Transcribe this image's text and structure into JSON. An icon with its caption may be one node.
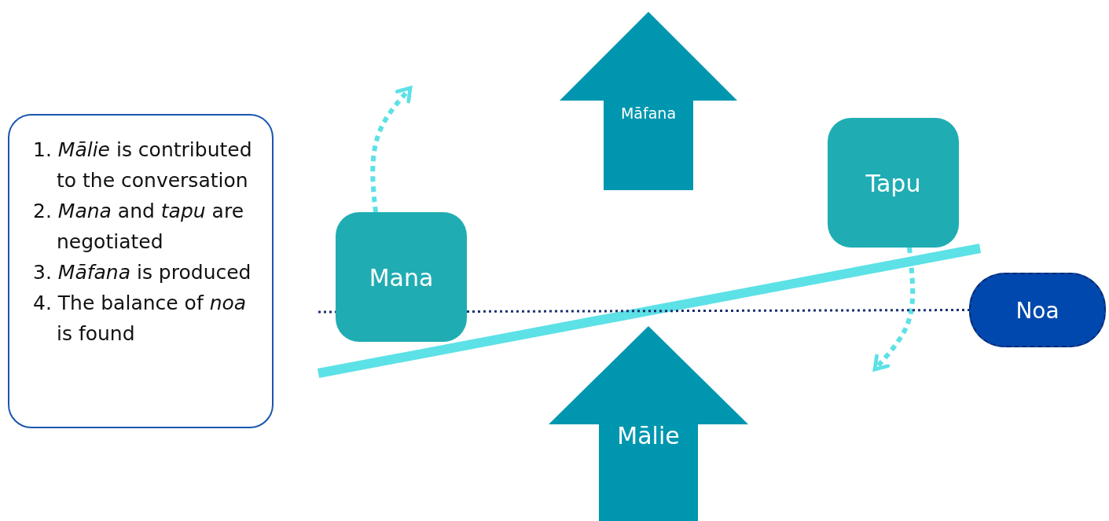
{
  "diagram": {
    "nodes": [
      {
        "text": [
          "1. *Mālie* is contributed to the conversation",
          "2. *Mana* and *tapu* are negotiated",
          "3. *Māfana* is produced",
          "4. The balance of *noa* is found"
        ]
      },
      {
        "text": [
          "Māfana"
        ]
      },
      {
        "text": [
          "Tapu"
        ]
      },
      {
        "text": [
          "Mana"
        ]
      },
      {
        "text": [
          "Noa"
        ]
      },
      {
        "text": [
          "Mālie"
        ]
      }
    ],
    "edges": [
      {
        "from": 3,
        "to": null,
        "arrow": "to",
        "style": "dashed"
      },
      {
        "from": 2,
        "to": null,
        "arrow": "to",
        "style": "dashed"
      },
      {
        "from": null,
        "to": 4,
        "arrow": "none",
        "style": "dashed",
        "color": "#1d3270"
      }
    ]
  }
}
